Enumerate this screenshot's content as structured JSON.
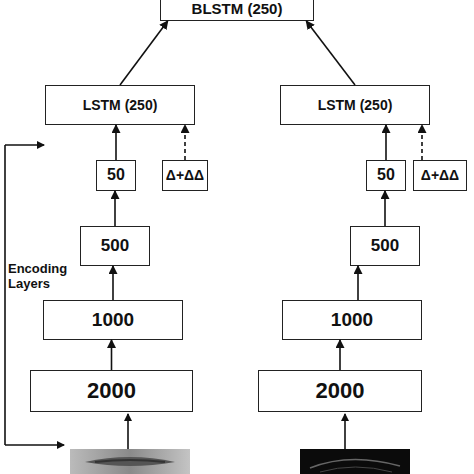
{
  "diagram": {
    "nodes": [
      {
        "text": [
          "BLSTM (250)"
        ]
      },
      {
        "text": [
          "LSTM (250)"
        ]
      },
      {
        "text": [
          "LSTM (250)"
        ]
      },
      {
        "text": [
          "50"
        ]
      },
      {
        "text": [
          "Δ+ΔΔ"
        ]
      },
      {
        "text": [
          "50"
        ]
      },
      {
        "text": [
          "Δ+ΔΔ"
        ]
      },
      {
        "text": [
          "500"
        ]
      },
      {
        "text": [
          "500"
        ]
      },
      {
        "text": [
          "1000"
        ]
      },
      {
        "text": [
          "1000"
        ]
      },
      {
        "text": [
          "2000"
        ]
      },
      {
        "text": [
          "2000"
        ]
      }
    ],
    "edges": [
      {
        "from": 1,
        "to": 0,
        "arrow": "to"
      },
      {
        "from": 2,
        "to": 0,
        "arrow": "to"
      },
      {
        "from": 3,
        "to": 1,
        "arrow": "to"
      },
      {
        "from": 4,
        "to": 1,
        "arrow": "to"
      },
      {
        "from": 5,
        "to": 2,
        "arrow": "to"
      },
      {
        "from": 6,
        "to": 2,
        "arrow": "to"
      },
      {
        "from": 7,
        "to": 3,
        "arrow": "to"
      },
      {
        "from": 8,
        "to": 5,
        "arrow": "to"
      },
      {
        "from": 9,
        "to": 7,
        "arrow": "to"
      },
      {
        "from": 10,
        "to": 8,
        "arrow": "to"
      },
      {
        "from": 11,
        "to": 9,
        "arrow": "to"
      },
      {
        "from": 12,
        "to": 10,
        "arrow": "to"
      }
    ],
    "labels": [
      "Encoding Layers"
    ]
  }
}
